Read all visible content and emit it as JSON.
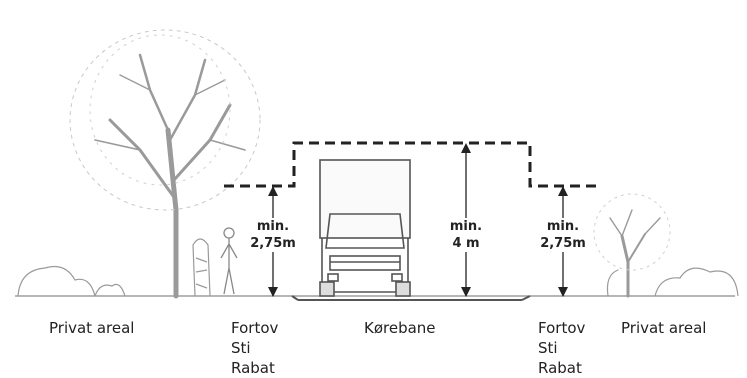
{
  "zones": {
    "left_private": "Privat areal",
    "left_sidewalk": [
      "Fortov",
      "Sti",
      "Rabat"
    ],
    "road": "Kørebane",
    "right_sidewalk": [
      "Fortov",
      "Sti",
      "Rabat"
    ],
    "right_private": "Privat areal"
  },
  "measurements": {
    "left": [
      "min.",
      "2,75m"
    ],
    "center": [
      "min.",
      "4 m"
    ],
    "right": [
      "min.",
      "2,75m"
    ]
  },
  "colors": {
    "line": "#333333",
    "tree": "#9a9a9a",
    "dashed": "#222222"
  }
}
